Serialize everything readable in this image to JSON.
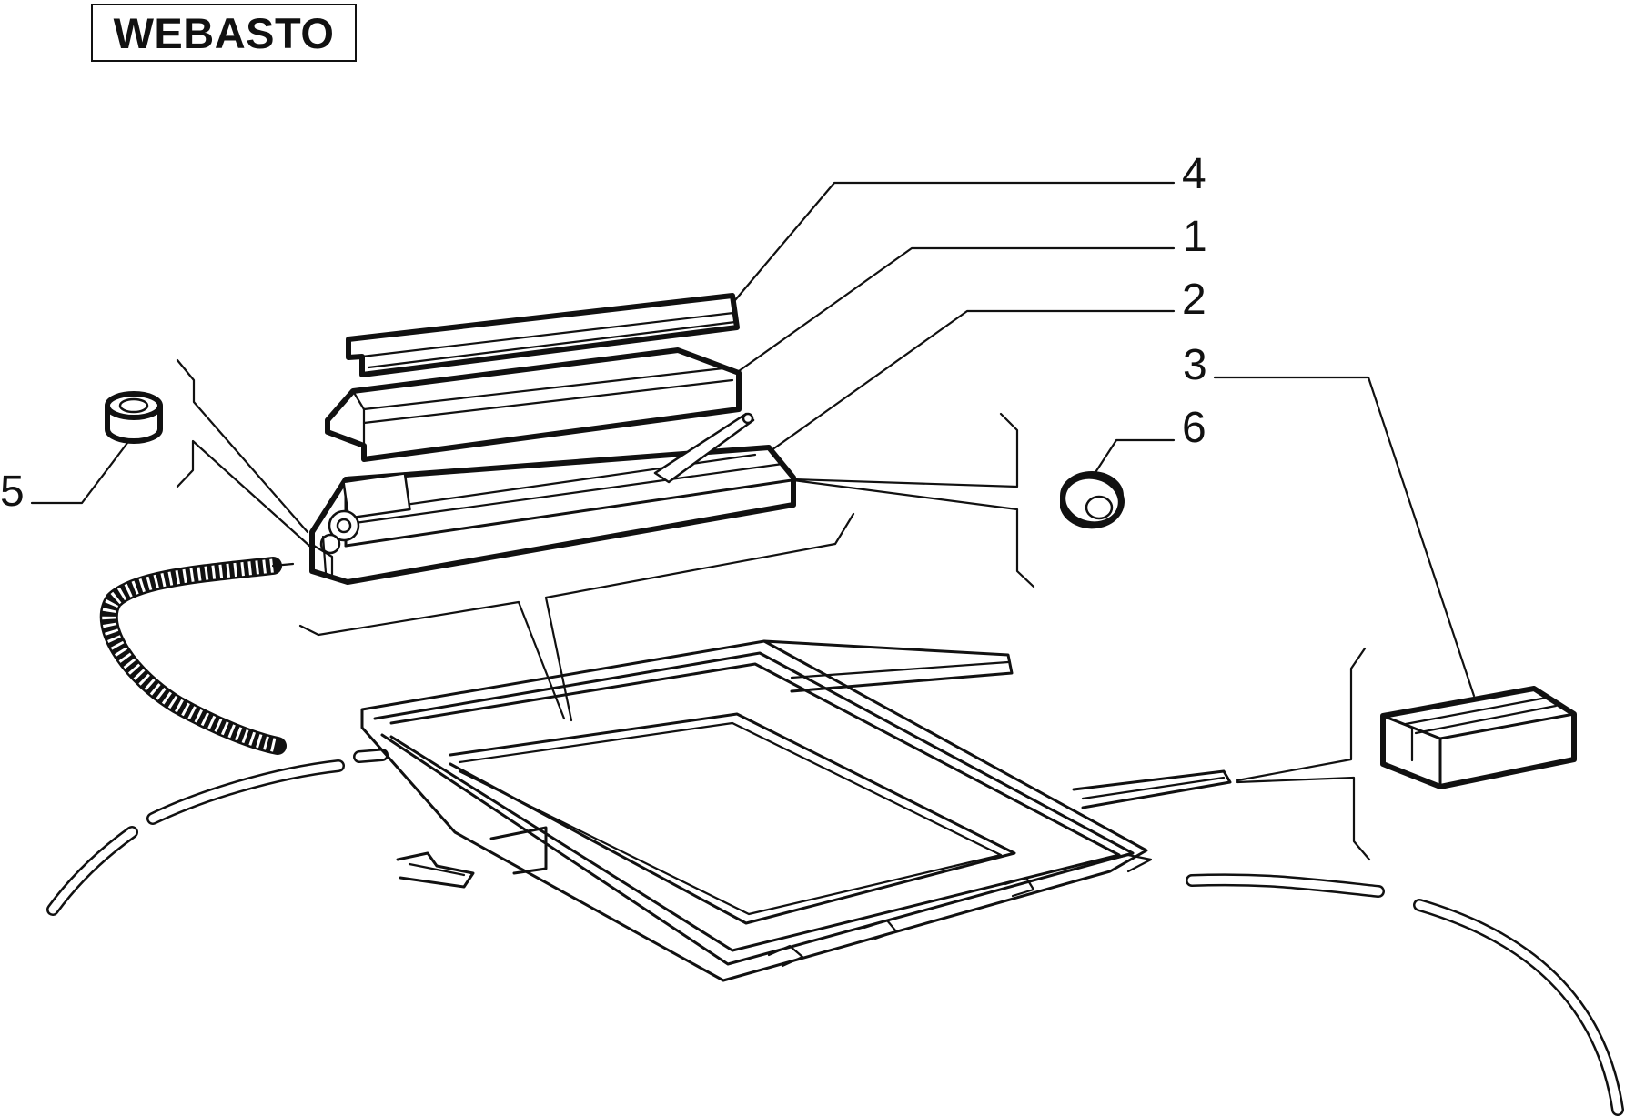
{
  "diagram": {
    "brand_label": "WEBASTO",
    "callouts": [
      {
        "id": "4",
        "label": "4"
      },
      {
        "id": "1",
        "label": "1"
      },
      {
        "id": "2",
        "label": "2"
      },
      {
        "id": "3",
        "label": "3"
      },
      {
        "id": "6",
        "label": "6"
      },
      {
        "id": "5",
        "label": "5"
      }
    ]
  }
}
